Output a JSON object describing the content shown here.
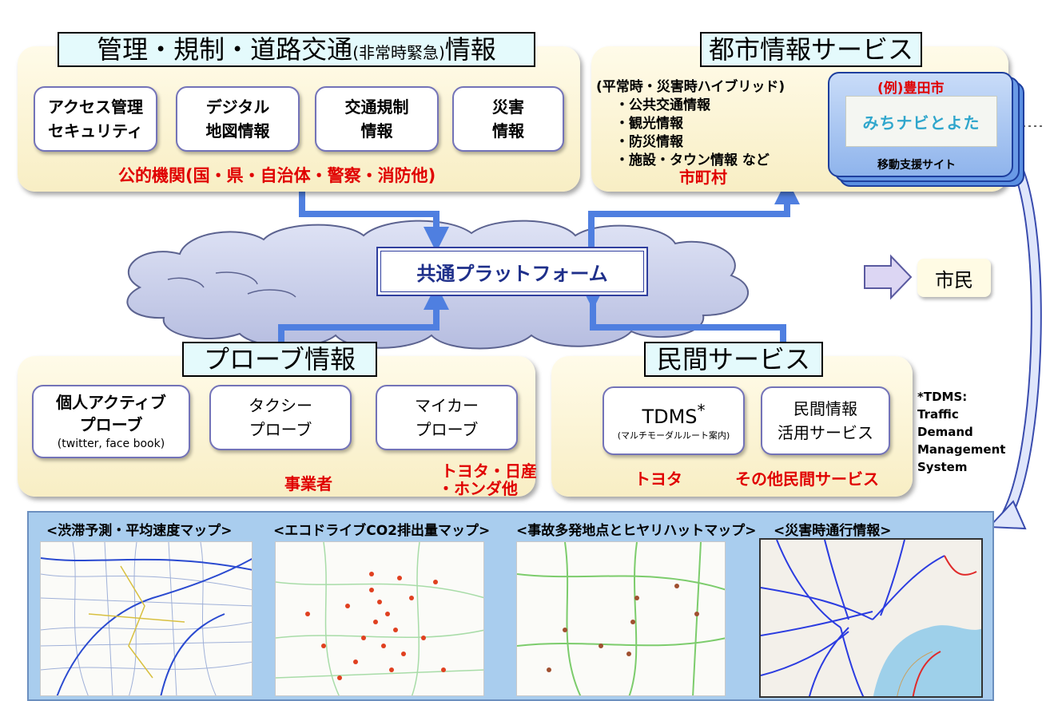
{
  "top_left": {
    "title": "管理・規制・道路交通",
    "title_small": "(非常時緊急)",
    "title_end": "情報",
    "boxes": [
      {
        "line1": "アクセス管理",
        "line2": "セキュリティ"
      },
      {
        "line1": "デジタル",
        "line2": "地図情報"
      },
      {
        "line1": "交通規制",
        "line2": "情報"
      },
      {
        "line1": "災害",
        "line2": "情報"
      }
    ],
    "footer": "公的機関(国・県・自治体・警察・消防他)"
  },
  "top_right": {
    "title": "都市情報サービス",
    "mode": "(平常時・災害時ハイブリッド)",
    "items": [
      "・公共交通情報",
      "・観光情報",
      "・防災情報",
      "・施設・タウン情報 など"
    ],
    "footer": "市町村",
    "example": {
      "header": "(例)豊田市",
      "logo_text": "みちナビとよた",
      "caption": "移動支援サイト"
    }
  },
  "center": {
    "platform": "共通プラットフォーム",
    "citizen": "市民"
  },
  "probe": {
    "title": "プローブ情報",
    "boxes": [
      {
        "line1": "個人アクティブ",
        "line2": "プローブ",
        "line3": "(twitter, face book)"
      },
      {
        "line1": "タクシー",
        "line2": "プローブ"
      },
      {
        "line1": "マイカー",
        "line2": "プローブ"
      }
    ],
    "label_taxi": "事業者",
    "label_car_1": "トヨタ・日産",
    "label_car_2": "・ホンダ他"
  },
  "private": {
    "title": "民間サービス",
    "tdms": {
      "name": "TDMS",
      "mark": "*",
      "sub": "(マルチモーダルルート案内)"
    },
    "info": {
      "line1": "民間情報",
      "line2": "活用サービス"
    },
    "label_toyota": "トヨタ",
    "label_other": "その他民間サービス",
    "footnote": [
      "*TDMS:",
      "Traffic",
      "Demand",
      "Management",
      "System"
    ]
  },
  "maps": [
    {
      "title": "<渋滞予測・平均速度マップ>"
    },
    {
      "title": "<エコドライブCO2排出量マップ>"
    },
    {
      "title": "<事故多発地点とヒヤリハットマップ>"
    },
    {
      "title": "<災害時通行情報>"
    }
  ],
  "colors": {
    "arrow": "#4f7fe0",
    "accent_red": "#e00000",
    "panel": "#fbf2cf",
    "title_box": "#e4fafc",
    "map_band": "#a9cdee"
  }
}
